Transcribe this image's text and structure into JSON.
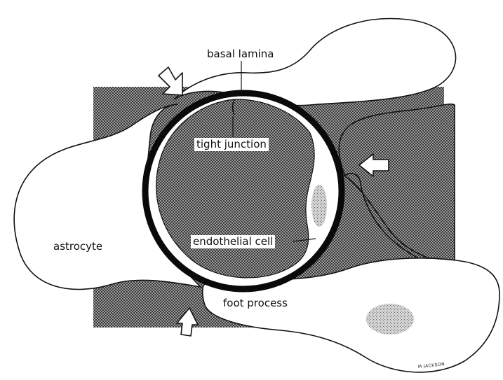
{
  "diagram": {
    "labels": {
      "basal_lamina": "basal lamina",
      "tight_junction": "tight junction",
      "endothelial_cell": "endothelial cell",
      "astrocyte": "astrocyte",
      "foot_process": "foot process",
      "signature": "M JACKSON"
    },
    "colors": {
      "stipple": "#7a7a7a",
      "stroke": "#111111",
      "lamina": "#0a0a0a",
      "background": "#ffffff"
    },
    "arrows": [
      {
        "position": "upper-left",
        "direction": "down-right"
      },
      {
        "position": "right",
        "direction": "left"
      },
      {
        "position": "bottom-left",
        "direction": "up"
      }
    ]
  }
}
